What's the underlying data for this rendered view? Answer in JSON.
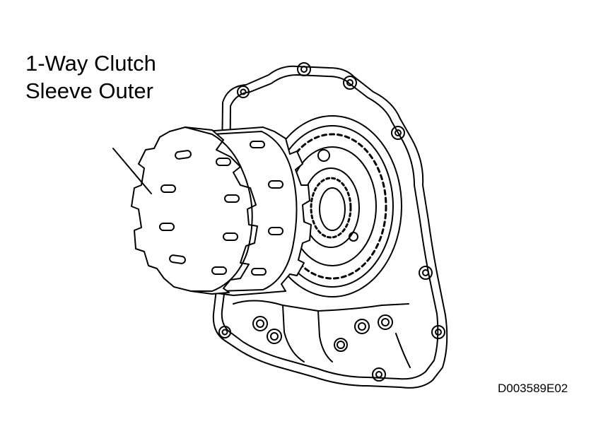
{
  "callout": {
    "line1": "1-Way Clutch",
    "line2": "Sleeve Outer"
  },
  "figure_code": "D003589E02"
}
